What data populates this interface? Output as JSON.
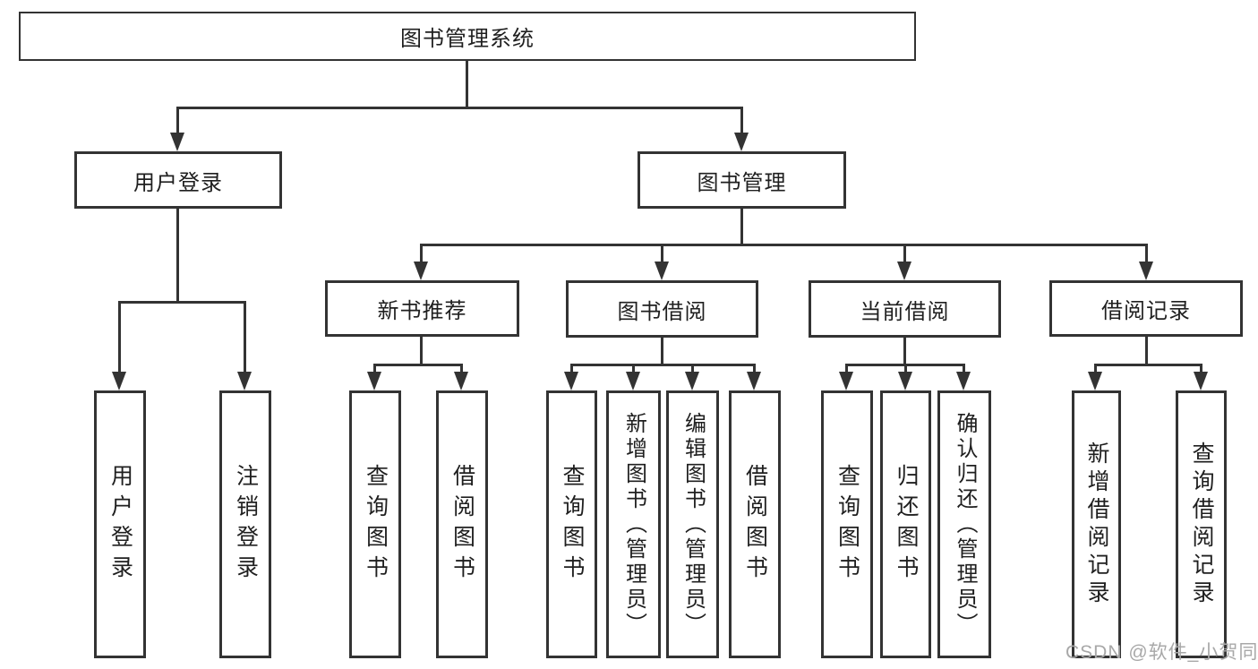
{
  "diagram_title": "图书管理系统",
  "watermark": "CSDN @软件_小贺同学",
  "colors": {
    "line": "#333333",
    "text": "#1f1f1f",
    "background": "#ffffff",
    "watermark": "#a8a8a8"
  },
  "nodes": {
    "root": {
      "label": "图书管理系统"
    },
    "level2": {
      "user_login": {
        "label": "用户登录"
      },
      "book_management": {
        "label": "图书管理"
      }
    },
    "level3": {
      "new_book_recommend": {
        "label": "新书推荐"
      },
      "book_borrow": {
        "label": "图书借阅"
      },
      "current_borrow": {
        "label": "当前借阅"
      },
      "borrow_records": {
        "label": "借阅记录"
      }
    },
    "leaves": {
      "user_login_children": [
        {
          "label": "用户登录"
        },
        {
          "label": "注销登录"
        }
      ],
      "new_book_children": [
        {
          "label": "查询图书"
        },
        {
          "label": "借阅图书"
        }
      ],
      "book_borrow_children": [
        {
          "label": "查询图书"
        },
        {
          "label": "新增图书（管理员）"
        },
        {
          "label": "编辑图书（管理员）"
        },
        {
          "label": "借阅图书"
        }
      ],
      "current_borrow_children": [
        {
          "label": "查询图书"
        },
        {
          "label": "归还图书"
        },
        {
          "label": "确认归还（管理员）"
        }
      ],
      "borrow_records_children": [
        {
          "label": "新增借阅记录"
        },
        {
          "label": "查询借阅记录"
        }
      ]
    }
  }
}
